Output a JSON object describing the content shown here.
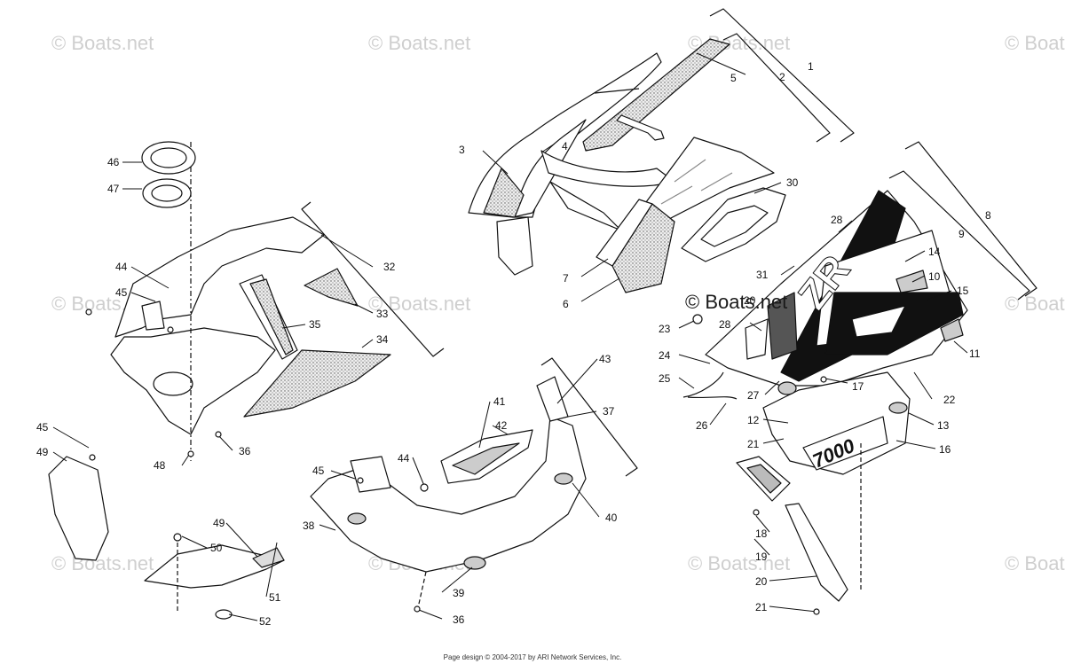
{
  "watermark": "© Boats.net",
  "footer": "Page design © 2004-2017 by ARI Network Services, Inc.",
  "decal": {
    "model_text": "7000",
    "brand_text": "ZR"
  },
  "callouts": {
    "c1": "1",
    "c2": "2",
    "c3": "3",
    "c4": "4",
    "c5": "5",
    "c6": "6",
    "c7": "7",
    "c8": "8",
    "c9": "9",
    "c10": "10",
    "c11": "11",
    "c12": "12",
    "c13": "13",
    "c14": "14",
    "c15": "15",
    "c16": "16",
    "c17": "17",
    "c18": "18",
    "c19": "19",
    "c20a": "20",
    "c20b": "20",
    "c21a": "21",
    "c21b": "21",
    "c22": "22",
    "c23": "23",
    "c24": "24",
    "c25": "25",
    "c26": "26",
    "c27": "27",
    "c28a": "28",
    "c28b": "28",
    "c30": "30",
    "c31": "31",
    "c32": "32",
    "c33": "33",
    "c34": "34",
    "c35": "35",
    "c36a": "36",
    "c36b": "36",
    "c37": "37",
    "c38": "38",
    "c39": "39",
    "c40": "40",
    "c41": "41",
    "c42": "42",
    "c43": "43",
    "c44a": "44",
    "c44b": "44",
    "c45a": "45",
    "c45b": "45",
    "c45c": "45",
    "c46": "46",
    "c47": "47",
    "c48": "48",
    "c49a": "49",
    "c49b": "49",
    "c50": "50",
    "c51": "51",
    "c52": "52"
  }
}
